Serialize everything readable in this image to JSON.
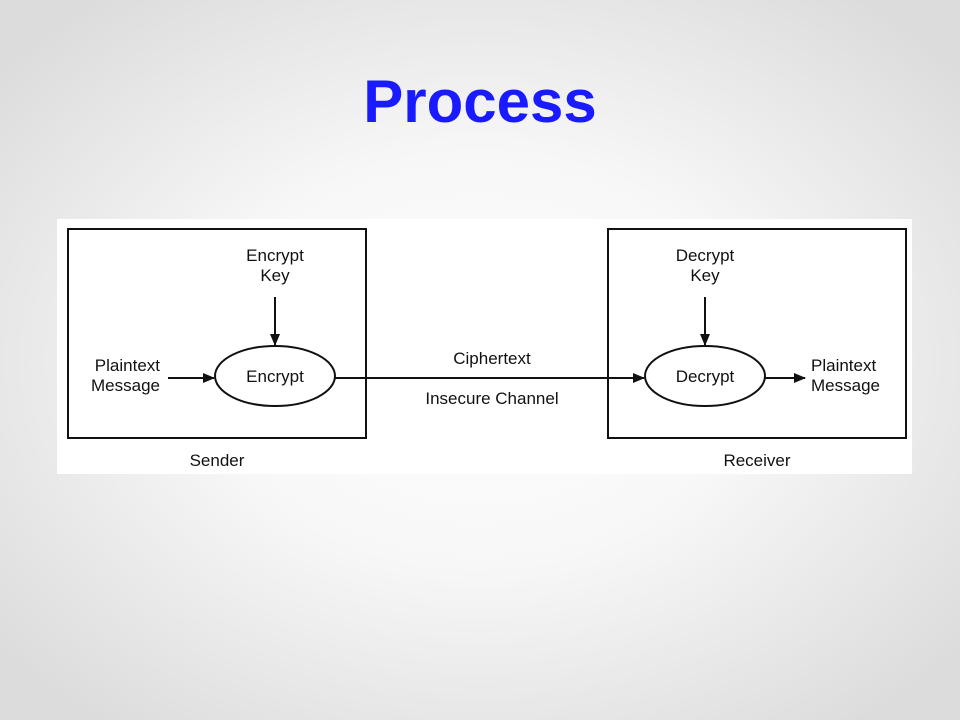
{
  "slide": {
    "title": "Process",
    "title_color": "#1a1aff"
  },
  "diagram": {
    "sender": {
      "label": "Sender",
      "key_line1": "Encrypt",
      "key_line2": "Key",
      "input_line1": "Plaintext",
      "input_line2": "Message",
      "process": "Encrypt"
    },
    "channel": {
      "top_label": "Ciphertext",
      "bottom_label": "Insecure Channel"
    },
    "receiver": {
      "label": "Receiver",
      "key_line1": "Decrypt",
      "key_line2": "Key",
      "output_line1": "Plaintext",
      "output_line2": "Message",
      "process": "Decrypt"
    }
  }
}
